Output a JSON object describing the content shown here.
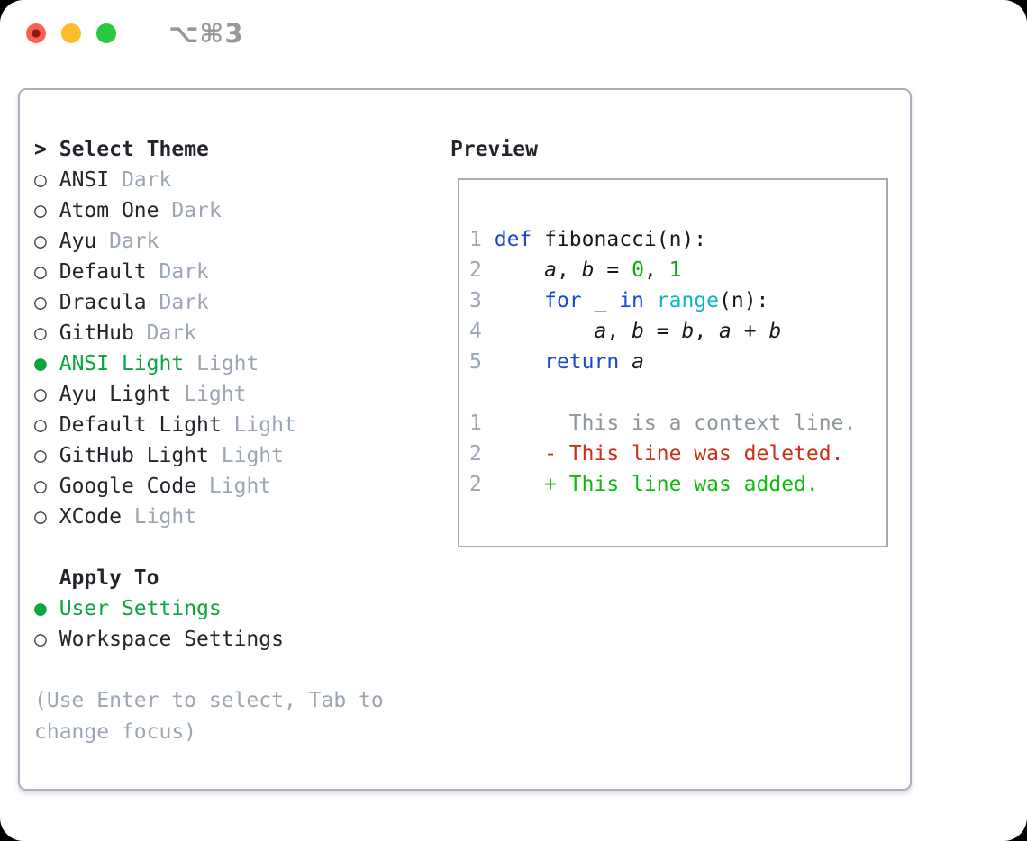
{
  "window": {
    "hotkey_label": "⌥⌘3",
    "traffic_lights": [
      {
        "name": "close",
        "color": "#ff5e54"
      },
      {
        "name": "minimize",
        "color": "#febb2e"
      },
      {
        "name": "zoom",
        "color": "#27c93f"
      }
    ]
  },
  "theme_panel": {
    "prompt": ">",
    "title": "Select Theme",
    "items": [
      {
        "name": "ANSI",
        "variant": "Dark",
        "selected": false
      },
      {
        "name": "Atom One",
        "variant": "Dark",
        "selected": false
      },
      {
        "name": "Ayu",
        "variant": "Dark",
        "selected": false
      },
      {
        "name": "Default",
        "variant": "Dark",
        "selected": false
      },
      {
        "name": "Dracula",
        "variant": "Dark",
        "selected": false
      },
      {
        "name": "GitHub",
        "variant": "Dark",
        "selected": false
      },
      {
        "name": "ANSI Light",
        "variant": "Light",
        "selected": true
      },
      {
        "name": "Ayu Light",
        "variant": "Light",
        "selected": false
      },
      {
        "name": "Default Light",
        "variant": "Light",
        "selected": false
      },
      {
        "name": "GitHub Light",
        "variant": "Light",
        "selected": false
      },
      {
        "name": "Google Code",
        "variant": "Light",
        "selected": false
      },
      {
        "name": "XCode",
        "variant": "Light",
        "selected": false
      }
    ]
  },
  "apply_panel": {
    "title": "Apply To",
    "options": [
      {
        "label": "User Settings",
        "selected": true
      },
      {
        "label": "Workspace Settings",
        "selected": false
      }
    ]
  },
  "help_text": "(Use Enter to select, Tab to change focus)",
  "preview": {
    "title": "Preview",
    "code_lines": [
      {
        "num": "1",
        "tokens": [
          {
            "text": "def",
            "style": "kw"
          },
          {
            "text": " fibonacci(n):",
            "style": "pl"
          }
        ]
      },
      {
        "num": "2",
        "tokens": [
          {
            "text": "    ",
            "style": "pl"
          },
          {
            "text": "a",
            "style": "var"
          },
          {
            "text": ", ",
            "style": "pl"
          },
          {
            "text": "b",
            "style": "var"
          },
          {
            "text": " = ",
            "style": "pl"
          },
          {
            "text": "0",
            "style": "lit"
          },
          {
            "text": ", ",
            "style": "pl"
          },
          {
            "text": "1",
            "style": "lit"
          }
        ]
      },
      {
        "num": "3",
        "tokens": [
          {
            "text": "    ",
            "style": "pl"
          },
          {
            "text": "for",
            "style": "kw"
          },
          {
            "text": " _ ",
            "style": "pl"
          },
          {
            "text": "in",
            "style": "kw"
          },
          {
            "text": " ",
            "style": "pl"
          },
          {
            "text": "range",
            "style": "bi"
          },
          {
            "text": "(n):",
            "style": "pl"
          }
        ]
      },
      {
        "num": "4",
        "tokens": [
          {
            "text": "        ",
            "style": "pl"
          },
          {
            "text": "a",
            "style": "var"
          },
          {
            "text": ", ",
            "style": "pl"
          },
          {
            "text": "b",
            "style": "var"
          },
          {
            "text": " = ",
            "style": "pl"
          },
          {
            "text": "b",
            "style": "var"
          },
          {
            "text": ", ",
            "style": "pl"
          },
          {
            "text": "a",
            "style": "var"
          },
          {
            "text": " + ",
            "style": "pl"
          },
          {
            "text": "b",
            "style": "var"
          }
        ]
      },
      {
        "num": "5",
        "tokens": [
          {
            "text": "    ",
            "style": "pl"
          },
          {
            "text": "return",
            "style": "kw"
          },
          {
            "text": " ",
            "style": "pl"
          },
          {
            "text": "a",
            "style": "var"
          }
        ]
      }
    ],
    "diff_lines": [
      {
        "num": "1",
        "text": "      This is a context line.",
        "type": "ctx"
      },
      {
        "num": "2",
        "text": "    - This line was deleted.",
        "type": "del"
      },
      {
        "num": "2",
        "text": "    + This line was added.",
        "type": "add"
      }
    ]
  },
  "colors": {
    "selection_green": "#0aa53c",
    "added_green": "#0cbd0c",
    "deleted_red": "#cc2e16",
    "keyword_blue": "#1747d6",
    "builtin_cyan": "#0ab5c9",
    "literal_green": "#0aa70a",
    "muted_gray": "#9ba6b4",
    "ink": "#22262c",
    "app_border": "#a9b1bd",
    "preview_border": "#a6abb1"
  }
}
